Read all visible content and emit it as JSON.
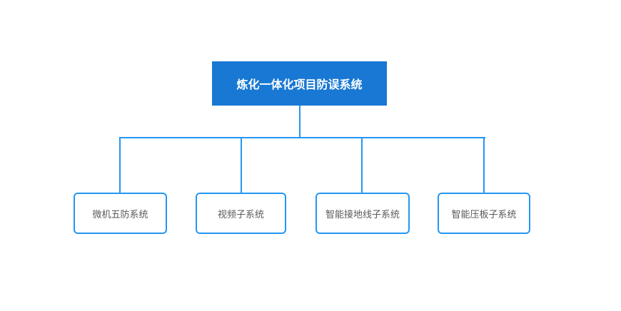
{
  "diagram": {
    "type": "org-chart",
    "root": {
      "label": "炼化一体化项目防误系统"
    },
    "children": [
      {
        "label": "微机五防系统"
      },
      {
        "label": "视频子系统"
      },
      {
        "label": "智能接地线子系统"
      },
      {
        "label": "智能压板子系统"
      }
    ],
    "colors": {
      "root_fill": "#1878d3",
      "root_text": "#ffffff",
      "line": "#2497f3",
      "child_border": "#2497f3",
      "child_text": "#595959",
      "background": "#ffffff"
    }
  }
}
